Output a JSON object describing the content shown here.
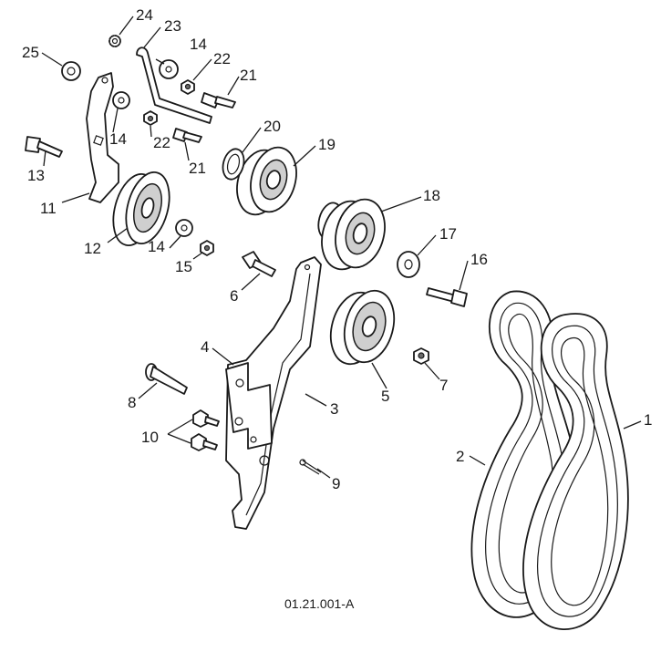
{
  "diagram_ref": "01.21.001-A",
  "callouts": [
    {
      "id": "c1",
      "label": "1"
    },
    {
      "id": "c2",
      "label": "2"
    },
    {
      "id": "c3",
      "label": "3"
    },
    {
      "id": "c4",
      "label": "4"
    },
    {
      "id": "c5",
      "label": "5"
    },
    {
      "id": "c6",
      "label": "6"
    },
    {
      "id": "c7",
      "label": "7"
    },
    {
      "id": "c8",
      "label": "8"
    },
    {
      "id": "c9",
      "label": "9"
    },
    {
      "id": "c10",
      "label": "10"
    },
    {
      "id": "c11",
      "label": "11"
    },
    {
      "id": "c12",
      "label": "12"
    },
    {
      "id": "c13",
      "label": "13"
    },
    {
      "id": "c14a",
      "label": "14"
    },
    {
      "id": "c14b",
      "label": "14"
    },
    {
      "id": "c14c",
      "label": "14"
    },
    {
      "id": "c15",
      "label": "15"
    },
    {
      "id": "c16",
      "label": "16"
    },
    {
      "id": "c17",
      "label": "17"
    },
    {
      "id": "c18",
      "label": "18"
    },
    {
      "id": "c19",
      "label": "19"
    },
    {
      "id": "c20",
      "label": "20"
    },
    {
      "id": "c21a",
      "label": "21"
    },
    {
      "id": "c21b",
      "label": "21"
    },
    {
      "id": "c22a",
      "label": "22"
    },
    {
      "id": "c22b",
      "label": "22"
    },
    {
      "id": "c23",
      "label": "23"
    },
    {
      "id": "c24",
      "label": "24"
    },
    {
      "id": "c25",
      "label": "25"
    }
  ]
}
